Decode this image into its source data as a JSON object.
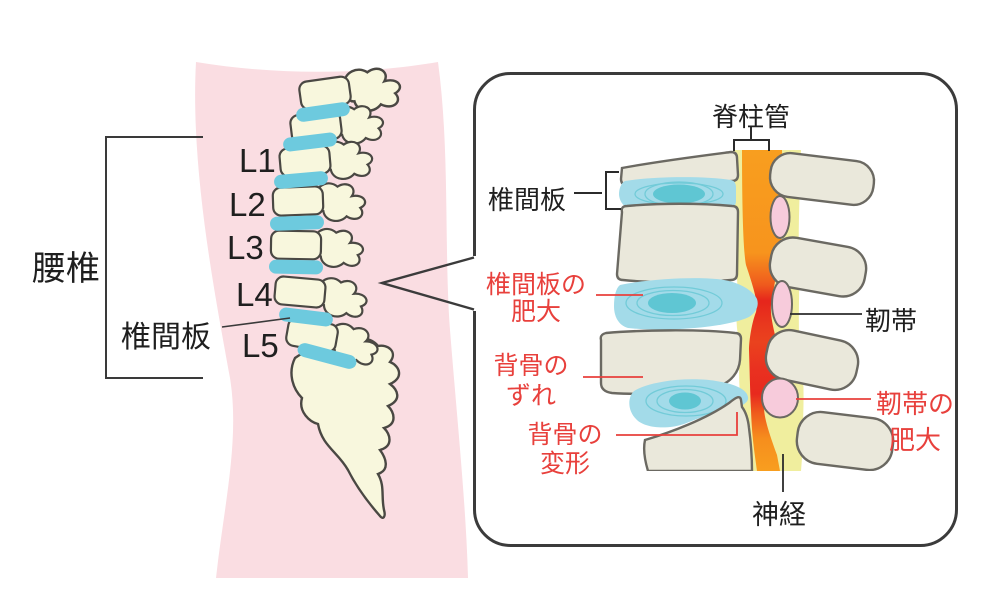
{
  "diagram": {
    "left": {
      "region": "腰椎",
      "vertebrae": [
        "L1",
        "L2",
        "L3",
        "L4",
        "L5"
      ],
      "disc": "椎間板"
    },
    "right": {
      "spinal_canal": "脊柱管",
      "disc": "椎間板",
      "disc_hypertrophy": {
        "line1": "椎間板の",
        "line2": "肥大"
      },
      "spine_slip": {
        "line1": "背骨の",
        "line2": "ずれ"
      },
      "spine_deformity": {
        "line1": "背骨の",
        "line2": "変形"
      },
      "ligament": "靭帯",
      "ligament_hypertrophy": {
        "line1": "靭帯の",
        "line2": "肥大"
      },
      "nerve": "神経"
    },
    "colors": {
      "annotation_red": "#e8403c",
      "annotation_black": "#2b2b2b",
      "body_silhouette_pink": "#fadde2",
      "bone_cream": "#f8f7dd",
      "bone_gray": "#eae8db",
      "disc_blue": "#6dcade",
      "disc_light_blue": "#a3dbe9",
      "disc_core_teal": "#5fc6d3",
      "ligament_band_yellow": "#f0ee9e",
      "spinal_canal_orange": "#f79b1c",
      "compression_red": "#e8281e",
      "ligament_pink": "#f7cbdb"
    }
  }
}
